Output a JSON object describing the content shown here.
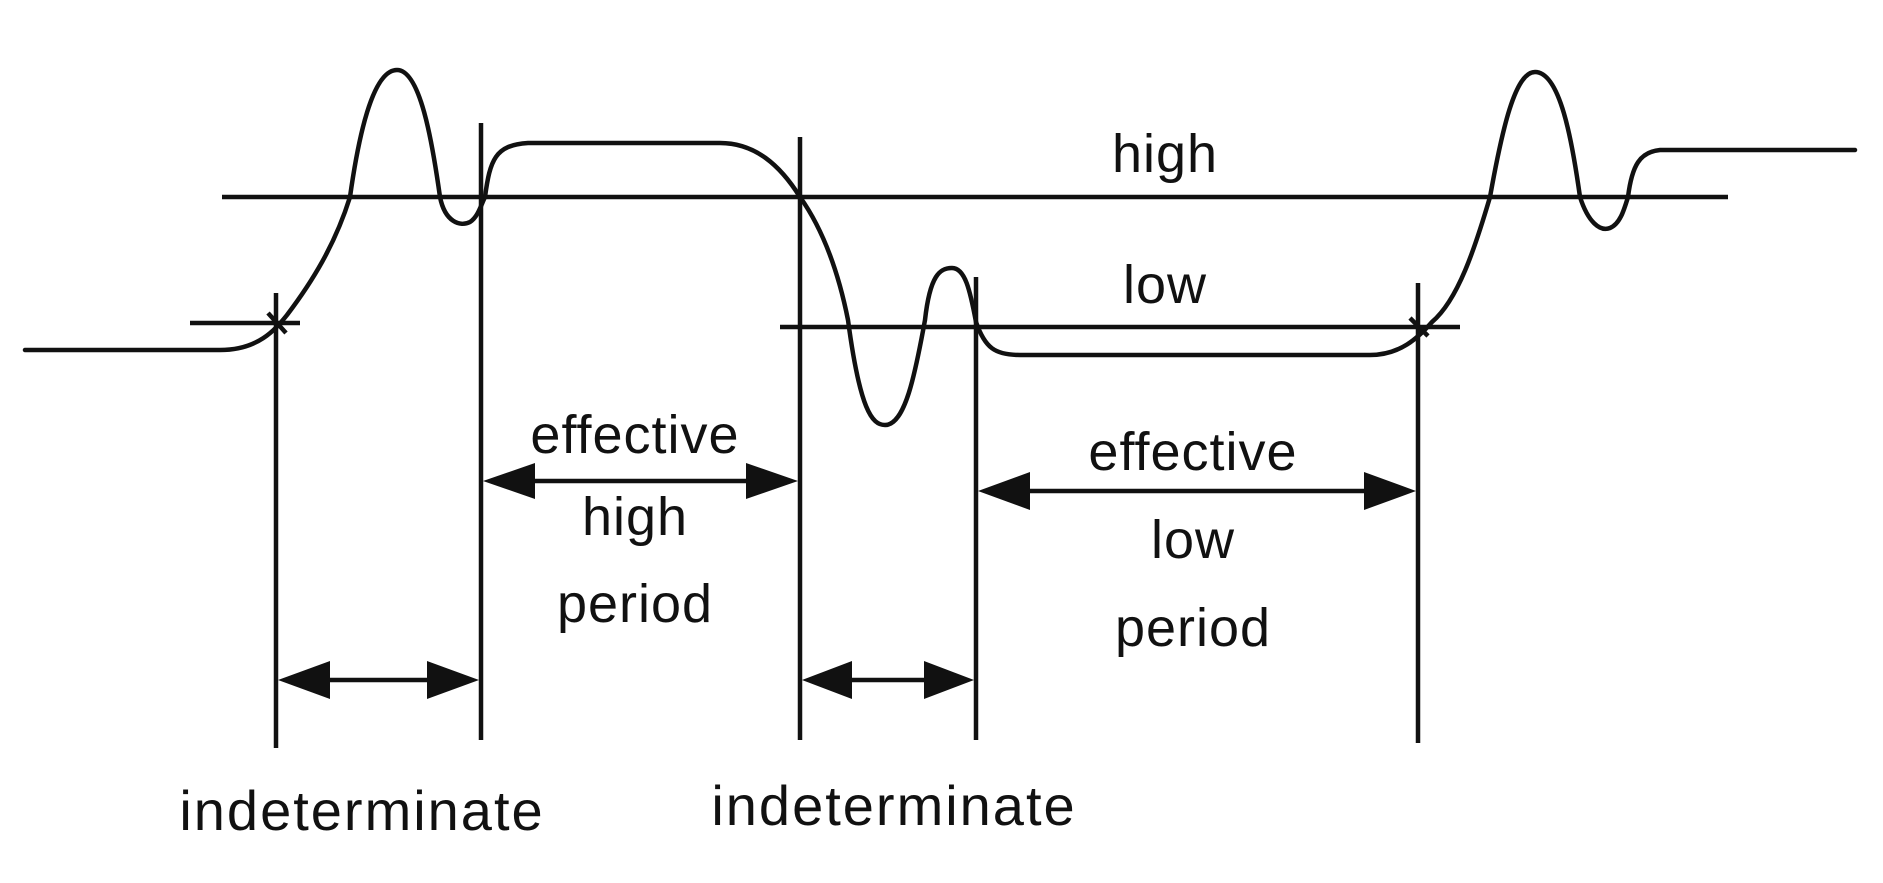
{
  "diagram": {
    "threshold_labels": {
      "high": "high",
      "low": "low"
    },
    "period_labels": {
      "effective_high": [
        "effective",
        "high",
        "period"
      ],
      "effective_low": [
        "effective",
        "low",
        "period"
      ]
    },
    "indeterminate_labels": [
      "indeterminate",
      "indeterminate"
    ],
    "colors": {
      "ink": "#111111",
      "background": "#ffffff"
    }
  }
}
